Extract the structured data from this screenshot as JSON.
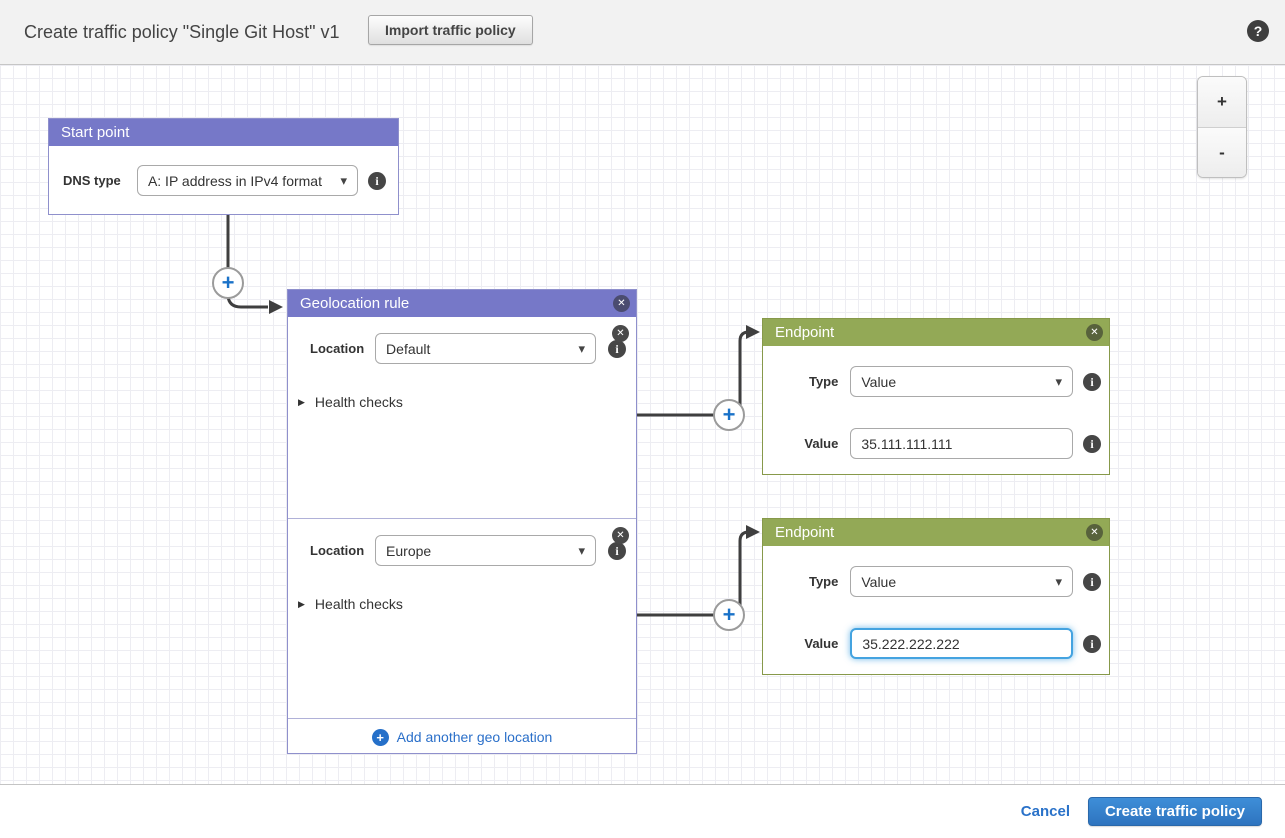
{
  "header": {
    "title": "Create traffic policy \"Single Git Host\" v1",
    "import_button": "Import traffic policy"
  },
  "icons": {
    "help": "?",
    "info": "i",
    "close": "✕",
    "caret_down": "▾",
    "triangle_right": "▶",
    "plus": "+",
    "minus": "-"
  },
  "canvas": {
    "zoom_in_label": "+",
    "zoom_out_label": "-",
    "start_point": {
      "title": "Start point",
      "dns_type_label": "DNS type",
      "dns_type_value": "A: IP address in IPv4 format"
    },
    "geolocation_rule": {
      "title": "Geolocation rule",
      "sections": [
        {
          "location_label": "Location",
          "location_value": "Default",
          "health_checks_label": "Health checks"
        },
        {
          "location_label": "Location",
          "location_value": "Europe",
          "health_checks_label": "Health checks"
        }
      ],
      "add_link_label": "Add another geo location"
    },
    "endpoints": [
      {
        "title": "Endpoint",
        "type_label": "Type",
        "type_value": "Value",
        "value_label": "Value",
        "value_value": "35.111.111.111"
      },
      {
        "title": "Endpoint",
        "type_label": "Type",
        "type_value": "Value",
        "value_label": "Value",
        "value_value": "35.222.222.222"
      }
    ]
  },
  "footer": {
    "cancel_label": "Cancel",
    "create_label": "Create traffic policy"
  },
  "colors": {
    "rule_header_purple": "#7678c8",
    "endpoint_header_green": "#93a956",
    "link_blue": "#2a6fc9",
    "primary_button_blue": "#2e74bf",
    "connector_gray": "#3f3f3f",
    "focused_input_blue": "#44a3e0",
    "topbar_gray": "#f2f2f2"
  }
}
